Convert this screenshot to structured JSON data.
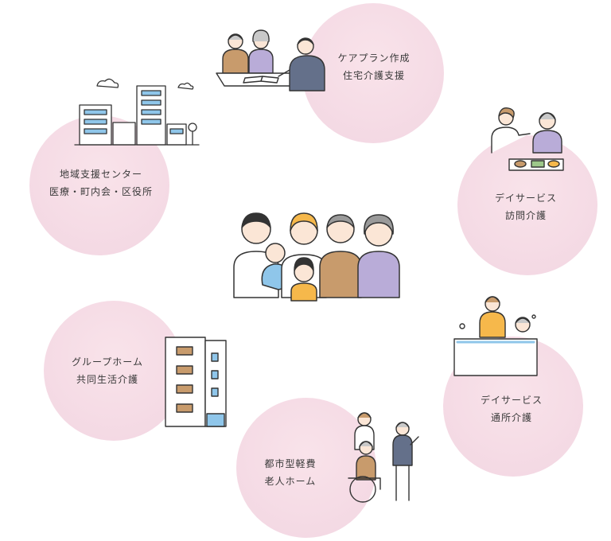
{
  "services": [
    {
      "id": "care-plan",
      "line1": "ケアプラン作成",
      "line2": "住宅介護支援"
    },
    {
      "id": "day-visit",
      "line1": "デイサービス",
      "line2": "訪問介護"
    },
    {
      "id": "day-commute",
      "line1": "デイサービス",
      "line2": "通所介護"
    },
    {
      "id": "urban-home",
      "line1": "都市型軽費",
      "line2": "老人ホーム"
    },
    {
      "id": "group-home",
      "line1": "グループホーム",
      "line2": "共同生活介護"
    },
    {
      "id": "regional",
      "line1": "地域支援センター",
      "line2": "医療・町内会・区役所"
    }
  ],
  "colors": {
    "bubble": "#f5dbe5",
    "line": "#333333",
    "skin": "#fbe6d6",
    "orange": "#f6b84b",
    "blue": "#8fc6ea",
    "brown": "#c89b6c",
    "purple": "#b9acd8",
    "slate": "#64708a"
  }
}
